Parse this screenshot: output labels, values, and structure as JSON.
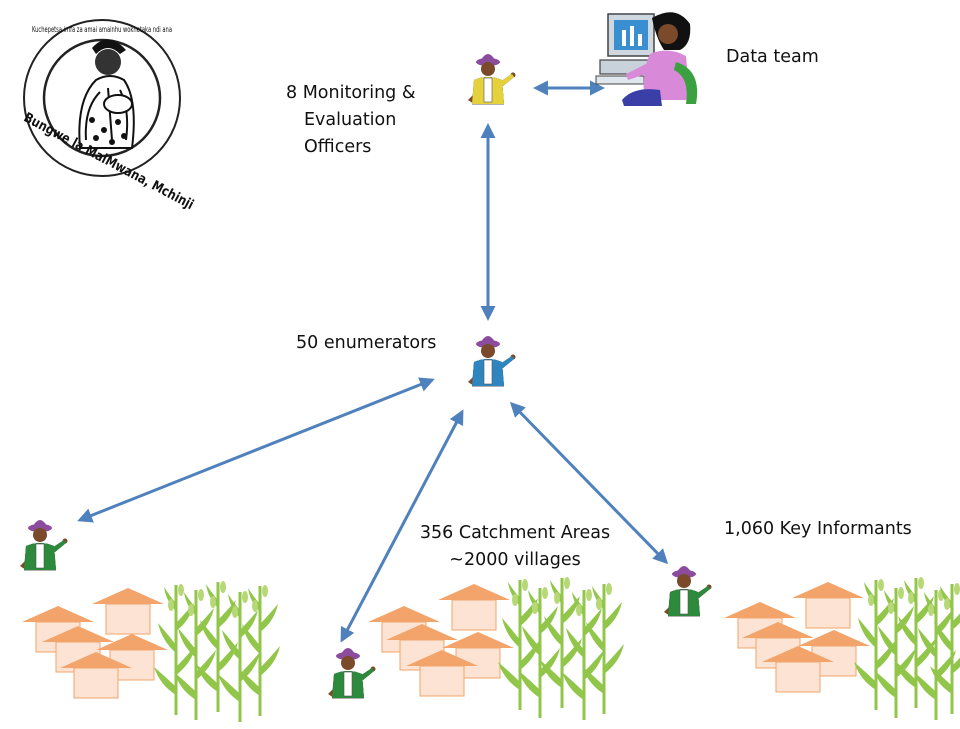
{
  "logo": {
    "outer_text": "Bungwe la MaiMwana, Mchinji",
    "inner_text": "Kuchepetsa imfa za amai amainhu wokhetaka ndi ana"
  },
  "nodes": {
    "me_officers": {
      "label": [
        "8 Monitoring &",
        "Evaluation",
        "Officers"
      ]
    },
    "data_team": {
      "label": "Data team"
    },
    "enumerators": {
      "label": "50 enumerators"
    },
    "catchment": {
      "label": [
        "356 Catchment Areas",
        "~2000 villages"
      ]
    },
    "informants": {
      "label": "1,060 Key Informants"
    }
  },
  "colors": {
    "arrow": "#4f81bd",
    "hut_roof": "#f2a46b",
    "hut_body": "#fde3d3",
    "maize": "#92c64a",
    "person_hat": "#8b4c9e",
    "person_coat": "#2d8a3c",
    "person_coat_blue": "#2e85c0",
    "person_coat_yellow": "#e5d13c",
    "monitor": "#3a8fd1",
    "chair": "#3aa040",
    "woman_top": "#d88ad9"
  },
  "icons": [
    "logo-emblem",
    "officer-person-icon",
    "computer-woman-icon",
    "enumerator-person-icon",
    "informant-person-icon",
    "village-hut-icon",
    "maize-icon"
  ]
}
